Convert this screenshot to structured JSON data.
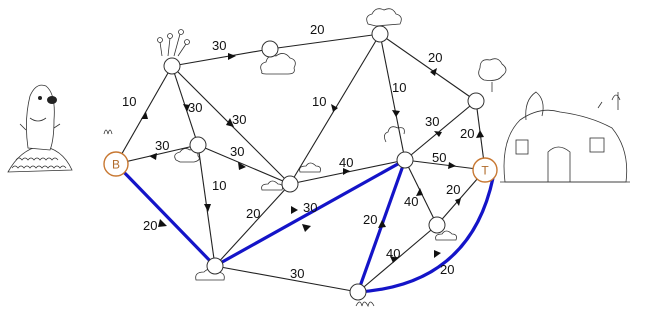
{
  "graph": {
    "nodes": [
      {
        "id": "B",
        "label": "B",
        "special": true
      },
      {
        "id": "T",
        "label": "T",
        "special": true
      }
    ],
    "weights": [
      "30",
      "20",
      "20",
      "10",
      "10",
      "30",
      "30",
      "30",
      "10",
      "20",
      "40",
      "10",
      "30",
      "20",
      "50",
      "20",
      "30",
      "20",
      "40",
      "40",
      "20",
      "20",
      "30",
      "30"
    ]
  },
  "colors": {
    "highlight": "#1414c8",
    "edge": "#222222",
    "special_node": "#c87832"
  },
  "decorations": [
    "mole-icon",
    "house-icon",
    "tree-icon",
    "cloud-icon",
    "flower-icon",
    "bush-icon"
  ]
}
